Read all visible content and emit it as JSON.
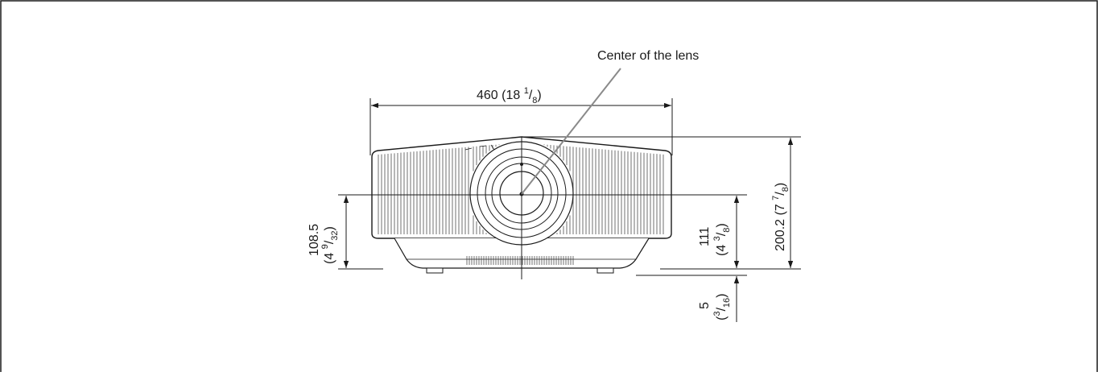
{
  "diagram": {
    "lens_label": "Center of the lens",
    "width_label": {
      "main": "460 (18 ",
      "num": "1",
      "sep": "/",
      "den": "8",
      "close": ")"
    },
    "height_label": {
      "main": "200.2 (7 ",
      "num": "7",
      "sep": "/",
      "den": "8",
      "close": ")"
    },
    "lens_left_label": {
      "line1": "108.5",
      "line2": "(4 ",
      "num": "9",
      "sep": "/",
      "den": "32",
      "close": ")"
    },
    "lens_right_label": {
      "line1": "111",
      "line2": "(4 ",
      "num": "3",
      "sep": "/",
      "den": "8",
      "close": ")"
    },
    "feet_label": {
      "line1": "5",
      "line2": "(",
      "num": "3",
      "sep": "/",
      "den": "16",
      "close": ")"
    }
  }
}
